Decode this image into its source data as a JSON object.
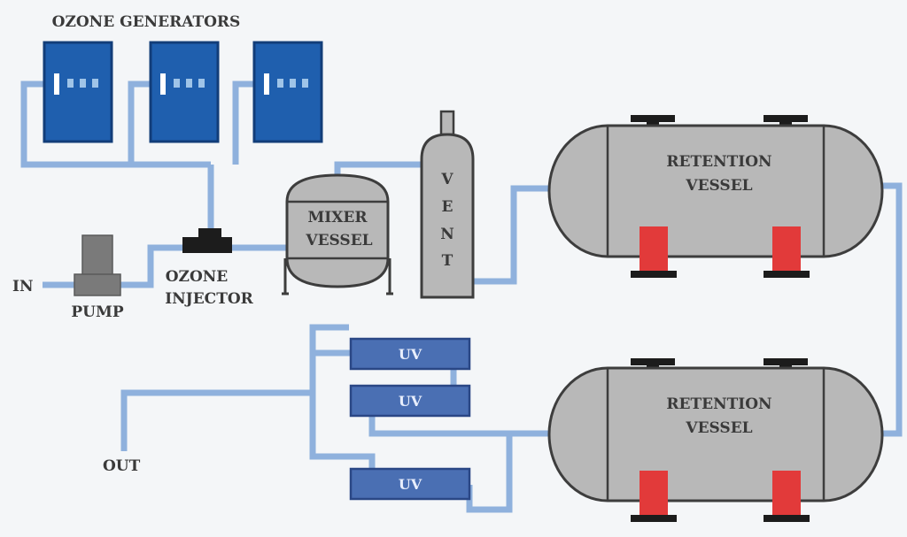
{
  "labels": {
    "ozone_generators": "OZONE GENERATORS",
    "in": "IN",
    "pump": "PUMP",
    "ozone_injector_line1": "OZONE",
    "ozone_injector_line2": "INJECTOR",
    "mixer_line1": "MIXER",
    "mixer_line2": "VESSEL",
    "vent_letters": [
      "V",
      "E",
      "N",
      "T"
    ],
    "retention_top_line1": "RETENTION",
    "retention_top_line2": "VESSEL",
    "retention_bottom_line1": "RETENTION",
    "retention_bottom_line2": "VESSEL",
    "uv_units": [
      "UV",
      "UV",
      "UV"
    ],
    "out": "OUT"
  },
  "colors": {
    "pipe": "#8fb1dd",
    "pipe_dark": "#6f95c8",
    "generator": "#1f5fae",
    "generator_dark": "#123d79",
    "uv_unit": "#4a6fb3",
    "uv_unit_dark": "#2a4785",
    "vessel": "#b8b8b8",
    "vessel_dark": "#3d3d3d",
    "support": "#e23a3a",
    "pump": "#7a7a7a",
    "injector": "#1c1c1c"
  }
}
